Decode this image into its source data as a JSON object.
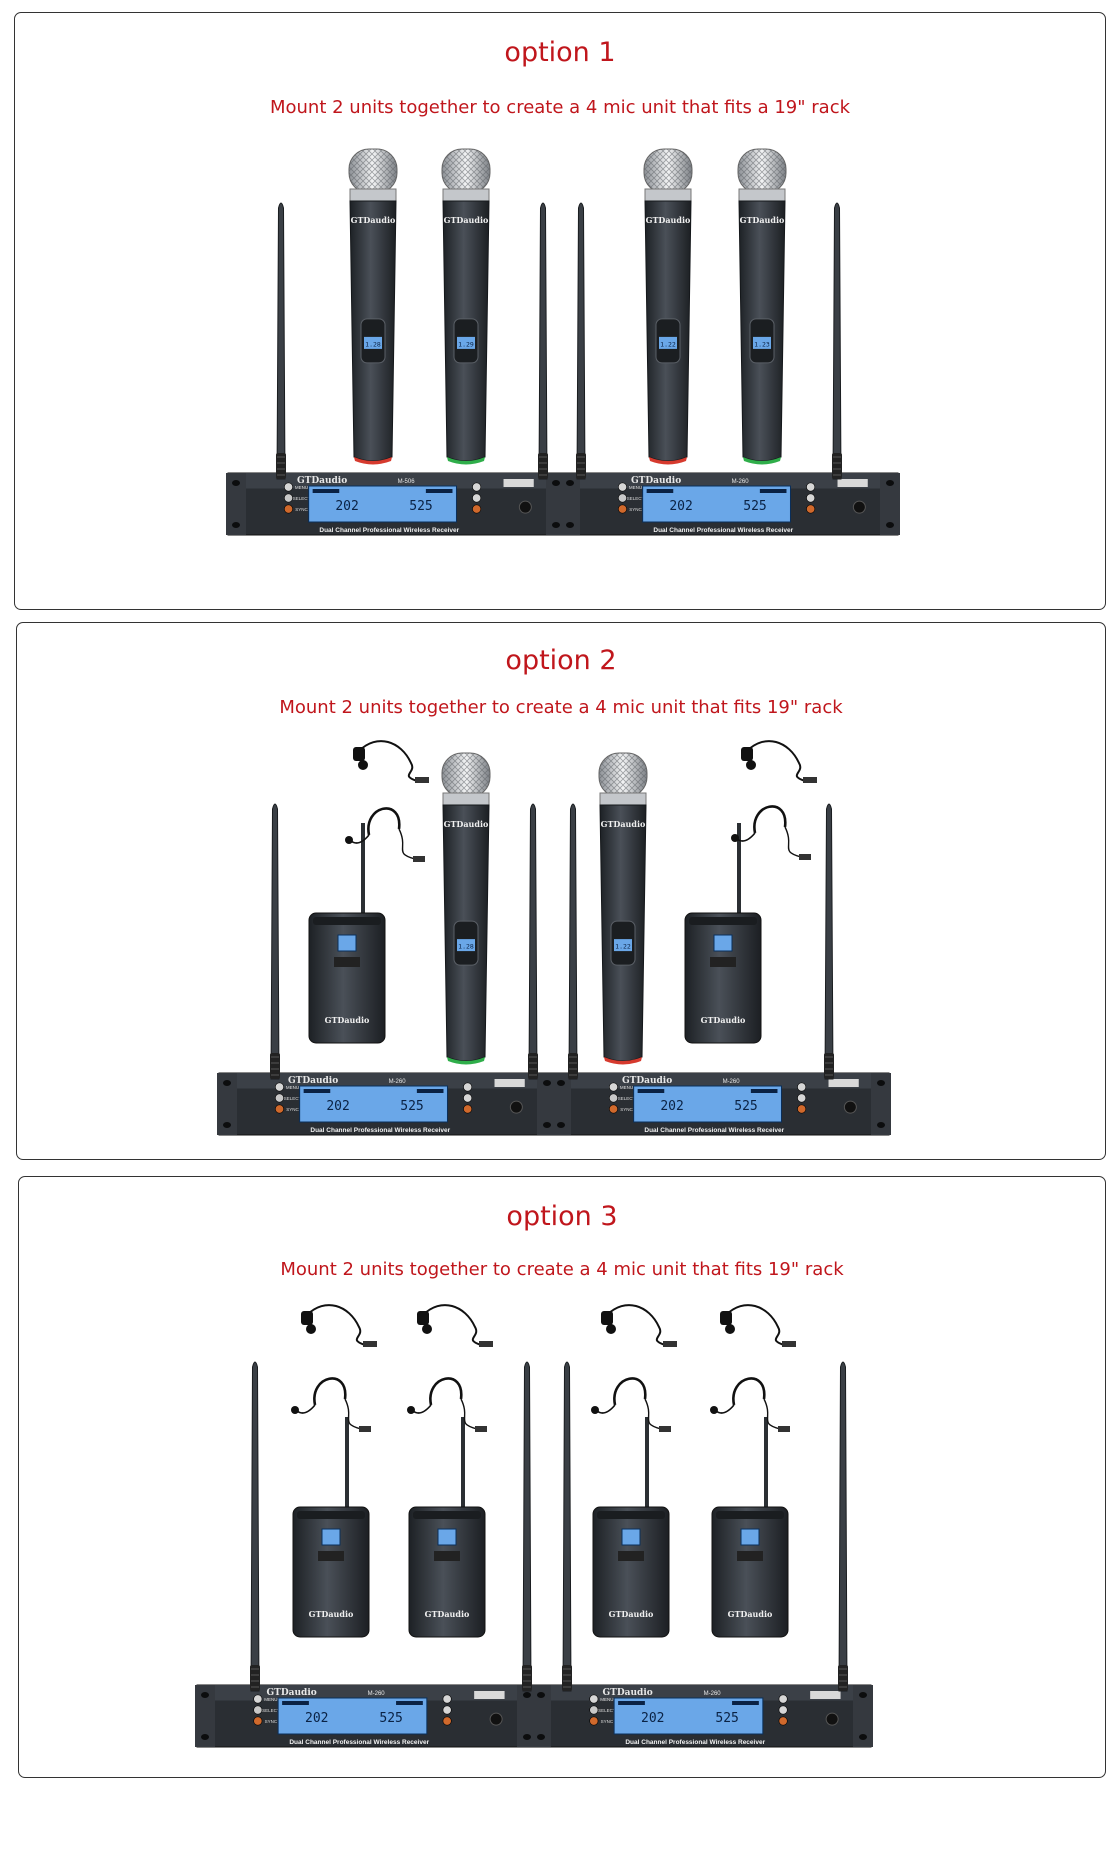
{
  "options": [
    {
      "title": "option 1",
      "subtitle": "Mount 2 units together to create a 4 mic unit that fits a 19\" rack",
      "mic_types": [
        "handheld",
        "handheld",
        "handheld",
        "handheld"
      ]
    },
    {
      "title": "option 2",
      "subtitle": "Mount 2 units together to create a 4 mic unit that fits 19\" rack",
      "mic_types": [
        "bodypack",
        "handheld",
        "handheld",
        "bodypack"
      ]
    },
    {
      "title": "option 3",
      "subtitle": "Mount 2 units together to create a 4 mic unit that fits 19\" rack",
      "mic_types": [
        "bodypack",
        "bodypack",
        "bodypack",
        "bodypack"
      ]
    }
  ],
  "device": {
    "brand": "GTDaudio",
    "receiver_label": "Dual Channel Professional Wireless Receiver",
    "model_labels": [
      "M-506",
      "M-260"
    ],
    "lcd_left": "202",
    "lcd_right": "525",
    "mic_lcd": [
      "1.28",
      "1.29",
      "1.22",
      "1.23"
    ],
    "button_labels": [
      "MENU",
      "SELECT",
      "SYNC"
    ]
  },
  "colors": {
    "title_red": "#c0161c",
    "body_dark": "#2c3136",
    "lcd_blue": "#6aa7e8",
    "grille_silver": "#c9ccd0",
    "ring_red": "#d63a2e",
    "ring_green": "#2fae4a"
  }
}
